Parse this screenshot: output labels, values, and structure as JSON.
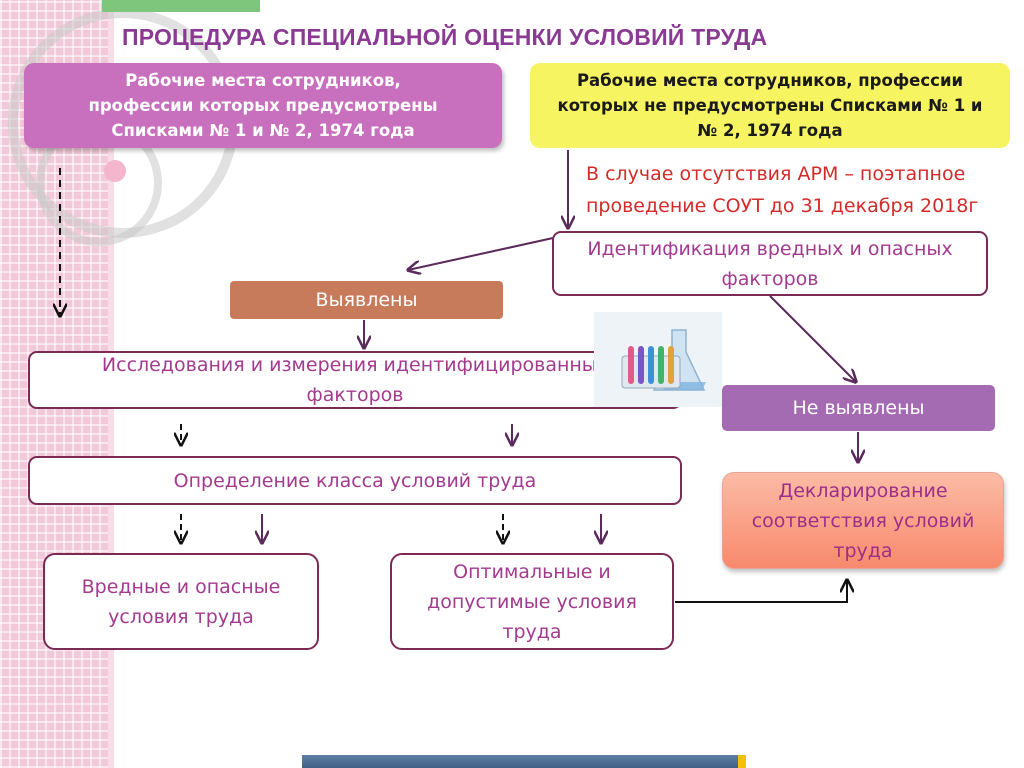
{
  "title": "ПРОЦЕДУРА СПЕЦИАЛЬНОЙ ОЦЕНКИ УСЛОВИЙ ТРУДА",
  "boxes": {
    "listed": [
      "Рабочие места сотрудников,",
      "профессии которых  предусмотрены",
      "Списками № 1 и № 2, 1974 года"
    ],
    "unlisted": [
      "Рабочие места сотрудников, профессии",
      "которых не предусмотрены Списками № 1 и",
      "№ 2, 1974 года"
    ],
    "note": [
      "В случае отсутствия АРМ – поэтапное",
      "проведение СОУТ до 31 декабря 2018г"
    ],
    "identification": [
      "Идентификация вредных и опасных",
      "факторов"
    ],
    "found": "Выявлены",
    "research": [
      "Исследования и измерения идентифицированных",
      "факторов"
    ],
    "not_found": "Не выявлены",
    "class_definition": "Определение класса условий труда",
    "declaration": [
      "Декларирование",
      "соответствия условий",
      "труда"
    ],
    "harmful": [
      "Вредные и опасные",
      "условия труда"
    ],
    "optimal": [
      "Оптимальные и",
      "допустимые условия",
      "труда"
    ]
  },
  "colors": {
    "title": "#8b3a93",
    "listed_box": "#c86fbd",
    "unlisted_box": "#f7f462",
    "note_text": "#d42a2a",
    "outline_border": "#7a2a55",
    "outline_text": "#a33a8e",
    "found_box": "#c77b5a",
    "not_found_box": "#a46bb2",
    "declaration_box": "#f7896c"
  },
  "icons": [
    "lab-flasks-image"
  ]
}
